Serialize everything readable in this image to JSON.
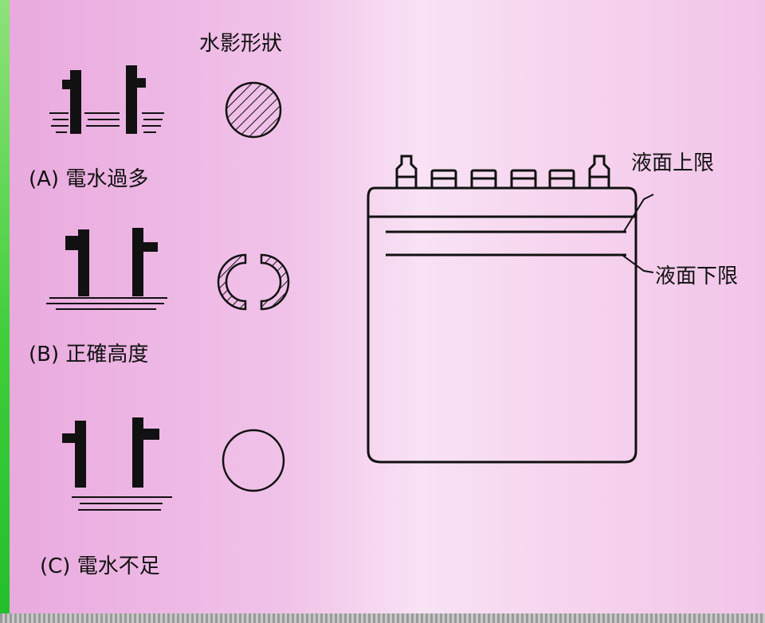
{
  "header": {
    "title": "水影形狀"
  },
  "cases": [
    {
      "id": "A",
      "label": "(A) 電水過多"
    },
    {
      "id": "B",
      "label": "(B) 正確高度"
    },
    {
      "id": "C",
      "label": "(C) 電水不足"
    }
  ],
  "battery": {
    "upper_label": "液面上限",
    "lower_label": "液面下限"
  },
  "colors": {
    "background": "#f1c3e9",
    "ink": "#111111",
    "left_strip": "#3fce3a"
  }
}
